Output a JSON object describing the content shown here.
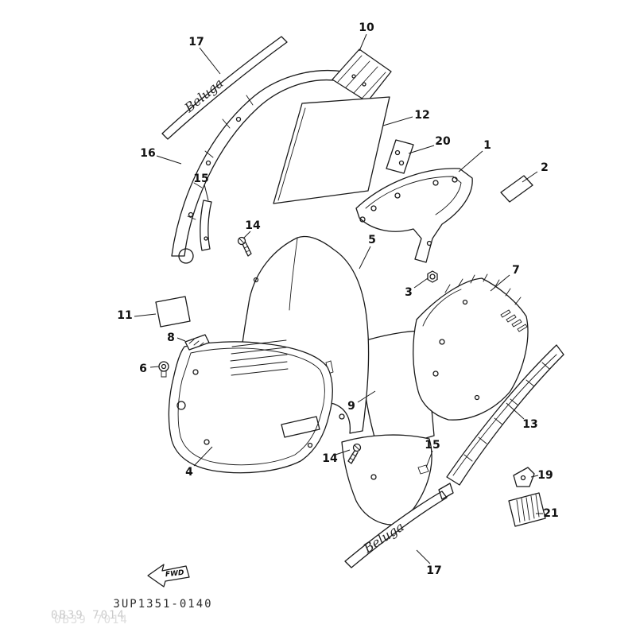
{
  "diagram": {
    "title_code": "3UP1351-0140",
    "stamp_text": "0B39 7014",
    "fwd_label": "FWD",
    "emblem_text": "Beluga",
    "accent_color": "#1a1a1a",
    "background_color": "#ffffff",
    "callouts": [
      "17",
      "10",
      "12",
      "20",
      "1",
      "2",
      "16",
      "15",
      "14",
      "5",
      "3",
      "7",
      "11",
      "8",
      "6",
      "9",
      "13",
      "4",
      "14",
      "15",
      "19",
      "21",
      "17"
    ]
  }
}
